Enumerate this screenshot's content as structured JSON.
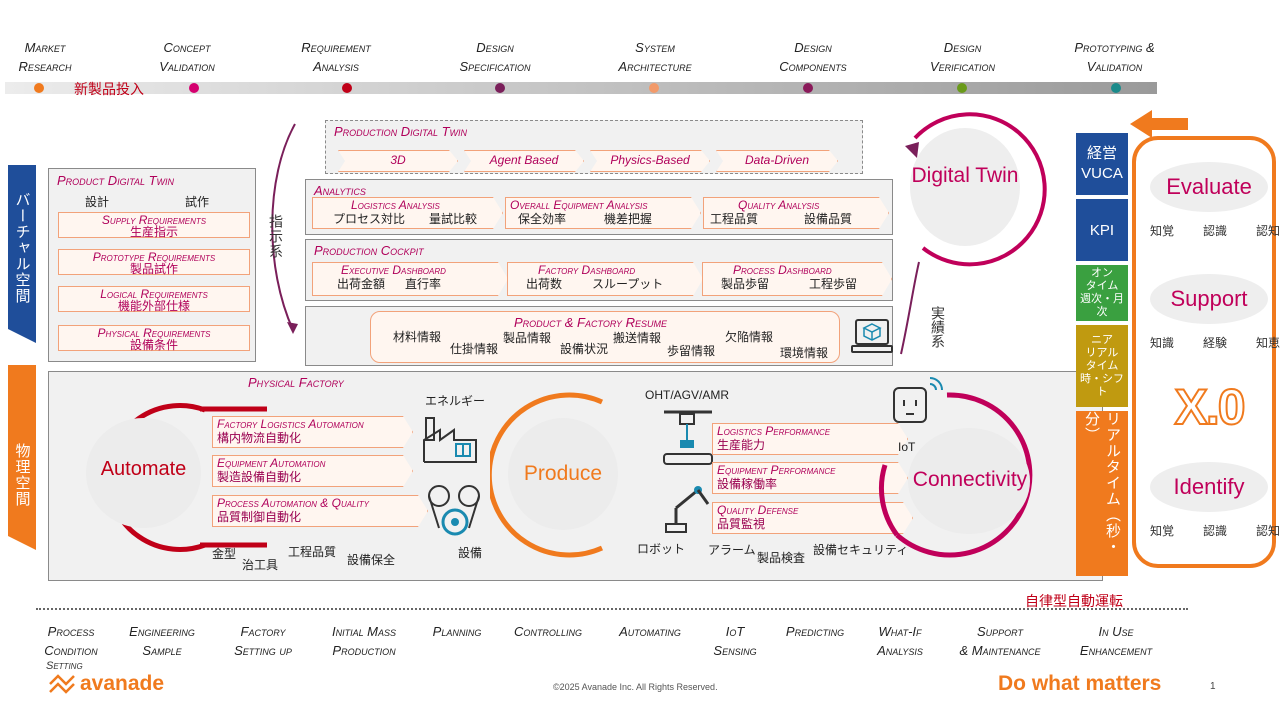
{
  "phases": [
    {
      "l1": "Market",
      "l2": "Research"
    },
    {
      "l1": "Concept",
      "l2": "Validation"
    },
    {
      "l1": "Requirement",
      "l2": "Analysis"
    },
    {
      "l1": "Design",
      "l2": "Specification"
    },
    {
      "l1": "System",
      "l2": "Architecture"
    },
    {
      "l1": "Design",
      "l2": "Components"
    },
    {
      "l1": "Design",
      "l2": "Verification"
    },
    {
      "l1": "Prototyping &",
      "l2": "Validation"
    }
  ],
  "new_product_label": "新製品投入",
  "colors": {
    "phase_dots": [
      "#f07a1e",
      "#d4006f",
      "#c00018",
      "#7a1f5a",
      "#f29a6a",
      "#8a1a5a",
      "#6a9a1a",
      "#1a8a8a"
    ],
    "accent": "#f07a1e",
    "magenta": "#c0005a"
  },
  "left_labels": {
    "virtual": "バーチャル空間",
    "physical": "物理空間"
  },
  "product_dt": {
    "title": "Product Digital Twin",
    "col1": "設計",
    "col2": "試作",
    "reqs": [
      {
        "t": "Supply Requirements",
        "s": "生産指示"
      },
      {
        "t": "Prototype Requirements",
        "s": "製品試作"
      },
      {
        "t": "Logical Requirements",
        "s": "機能外部仕様"
      },
      {
        "t": "Physical Requirements",
        "s": "設備条件"
      }
    ]
  },
  "instruction_label": "指示系",
  "result_label": "実績系",
  "production_dt": {
    "title": "Production Digital Twin",
    "items": [
      "3D",
      "Agent Based",
      "Physics-Based",
      "Data-Driven"
    ]
  },
  "analytics": {
    "title": "Analytics",
    "items": [
      {
        "t": "Logistics Analysis",
        "a": "プロセス対比",
        "b": "量試比較"
      },
      {
        "t": "Overall Equipment Analysis",
        "a": "保全効率",
        "b": "機差把握"
      },
      {
        "t": "Quality Analysis",
        "a": "工程品質",
        "b": "設備品質"
      }
    ]
  },
  "cockpit": {
    "title": "Production Cockpit",
    "items": [
      {
        "t": "Executive Dashboard",
        "a": "出荷金額",
        "b": "直行率"
      },
      {
        "t": "Factory Dashboard",
        "a": "出荷数",
        "b": "スループット"
      },
      {
        "t": "Process Dashboard",
        "a": "製品歩留",
        "b": "工程歩留"
      }
    ]
  },
  "resume": {
    "title": "Product & Factory Resume",
    "words": [
      "材料情報",
      "仕掛情報",
      "製品情報",
      "設備状況",
      "搬送情報",
      "歩留情報",
      "欠陥情報",
      "環境情報"
    ]
  },
  "digital_twin": "Digital Twin",
  "physical_factory": {
    "title": "Physical Factory",
    "automate": "Automate",
    "produce": "Produce",
    "connectivity": "Connectivity",
    "automations": [
      {
        "t": "Factory Logistics Automation",
        "s": "構内物流自動化"
      },
      {
        "t": "Equipment Automation",
        "s": "製造設備自動化"
      },
      {
        "t": "Process Automation & Quality",
        "s": "品質制御自動化"
      }
    ],
    "performances": [
      {
        "t": "Logistics Performance",
        "s": "生産能力"
      },
      {
        "t": "Equipment Performance",
        "s": "設備稼働率"
      },
      {
        "t": "Quality Defense",
        "s": "品質監視"
      }
    ],
    "labels": {
      "energy": "エネルギー",
      "equipment": "設備",
      "oht": "OHT/AGV/AMR",
      "robot": "ロボット",
      "iot": "IoT",
      "mold": "金型",
      "jig": "治工具",
      "process_quality": "工程品質",
      "maintenance": "設備保全",
      "alarm": "アラーム",
      "inspection": "製品検査",
      "security": "設備セキュリティ"
    }
  },
  "time_scale": [
    {
      "t": "経営\nVUCA",
      "c": "#1f4e9a"
    },
    {
      "t": "KPI",
      "c": "#1f4e9a"
    },
    {
      "t": "オン\nタイム\n週次・月次",
      "c": "#3aa040"
    },
    {
      "t": "ニア\nリアル\nタイム\n時・シフト",
      "c": "#c09a10"
    }
  ],
  "realtime_label": "リアルタイム（秒・分）",
  "xo": {
    "evaluate": "Evaluate",
    "support": "Support",
    "identify": "Identify",
    "logo": "X.0",
    "t1": [
      "知覚",
      "認識",
      "認知"
    ],
    "t2": [
      "知識",
      "経験",
      "知恵"
    ],
    "t3": [
      "知覚",
      "認識",
      "認知"
    ]
  },
  "autonomous_label": "自律型自動運転",
  "bottom_phases": [
    {
      "l1": "Process",
      "l2": "Condition",
      "l3": "Setting"
    },
    {
      "l1": "Engineering",
      "l2": "Sample"
    },
    {
      "l1": "Factory",
      "l2": "Setting up"
    },
    {
      "l1": "Initial Mass",
      "l2": "Production"
    },
    {
      "l1": "Planning",
      "l2": ""
    },
    {
      "l1": "Controlling",
      "l2": ""
    },
    {
      "l1": "Automating",
      "l2": ""
    },
    {
      "l1": "IoT",
      "l2": "Sensing"
    },
    {
      "l1": "Predicting",
      "l2": ""
    },
    {
      "l1": "What-If",
      "l2": "Analysis"
    },
    {
      "l1": "Support",
      "l2": "& Maintenance"
    },
    {
      "l1": "In Use",
      "l2": "Enhancement"
    }
  ],
  "footer": {
    "brand": "avanade",
    "copyright": "©2025 Avanade Inc. All Rights Reserved.",
    "tagline": "Do what matters",
    "page": "1"
  }
}
